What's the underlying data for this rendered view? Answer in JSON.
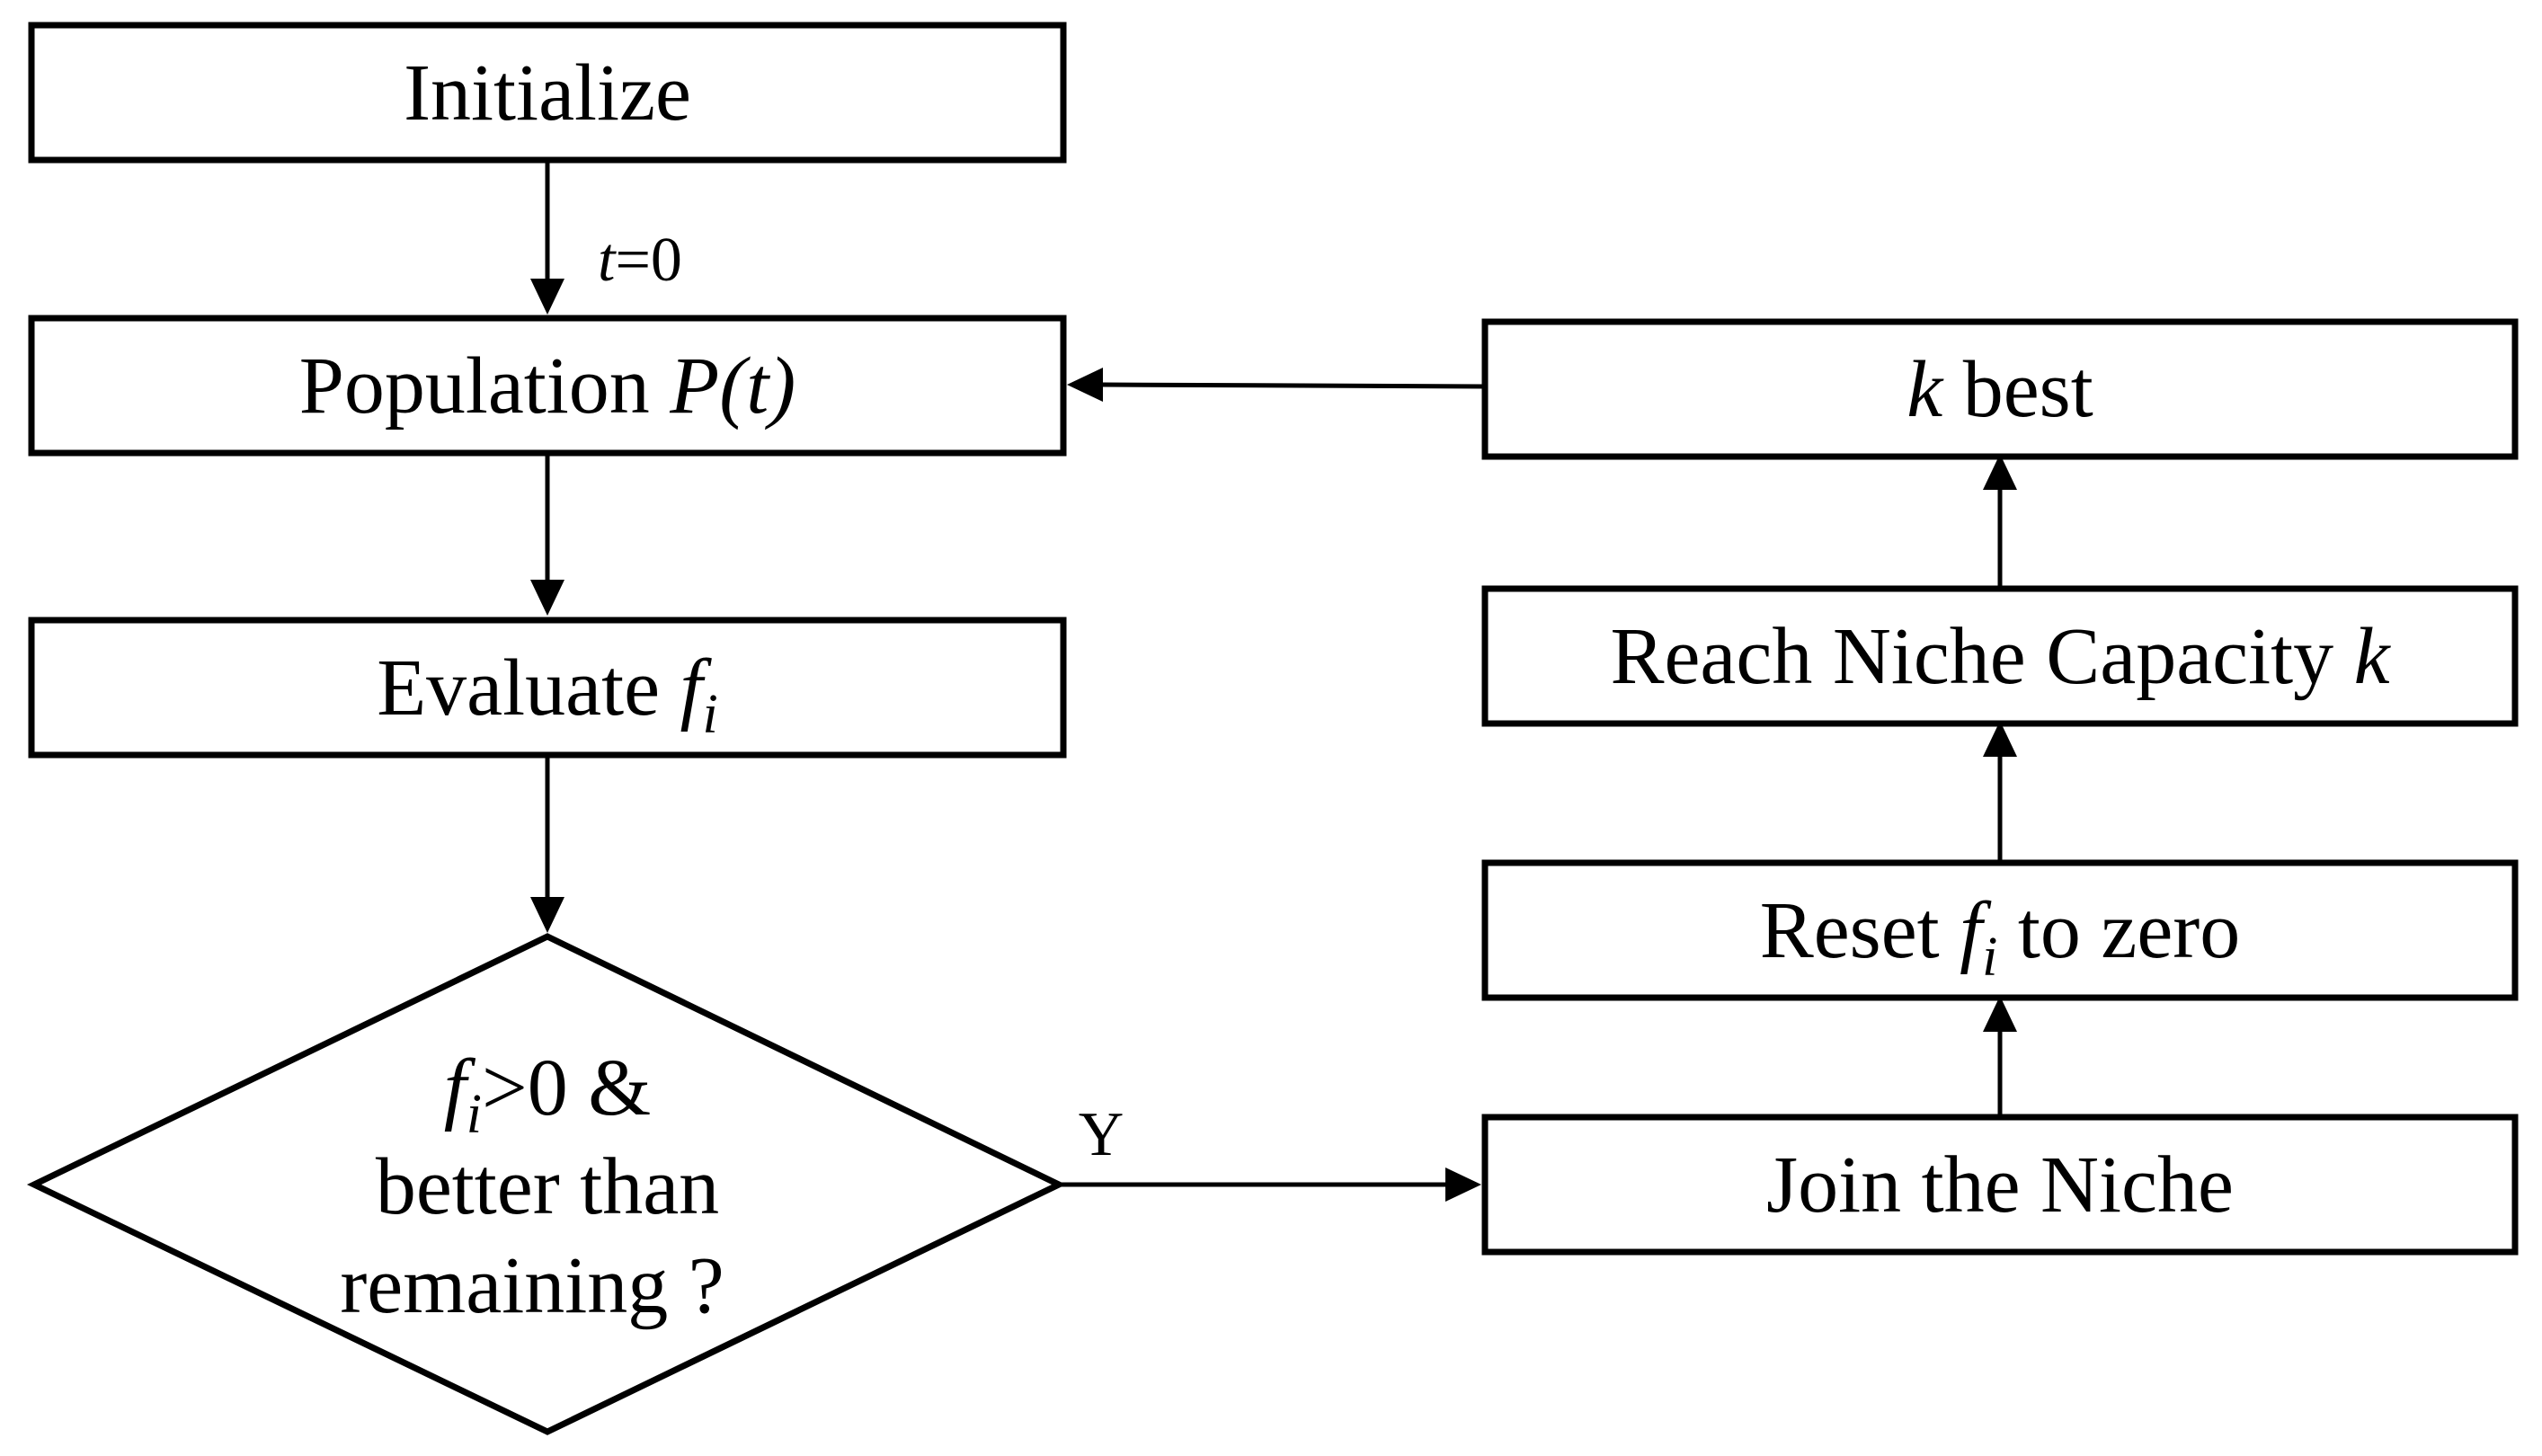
{
  "nodes": {
    "initialize": {
      "label": "Initialize"
    },
    "population": {
      "label": "Population ",
      "var": "P(t)"
    },
    "evaluate": {
      "label": "Evaluate ",
      "var": "f",
      "sub": "i"
    },
    "decision": {
      "var": "f",
      "sub": "i",
      "line1_rest": ">0 &",
      "line2": "better than",
      "line3": "remaining ?"
    },
    "k_best": {
      "var": "k",
      "label": " best"
    },
    "reach_niche": {
      "label": "Reach Niche Capacity ",
      "var": "k"
    },
    "reset": {
      "label": "Reset ",
      "var": "f",
      "sub": "i",
      "label_rest": " to zero"
    },
    "join": {
      "label": "Join the Niche"
    }
  },
  "edges": {
    "init_to_population": {
      "var": "t",
      "rest": "=0"
    },
    "decision_to_join": {
      "label": "Y"
    }
  }
}
